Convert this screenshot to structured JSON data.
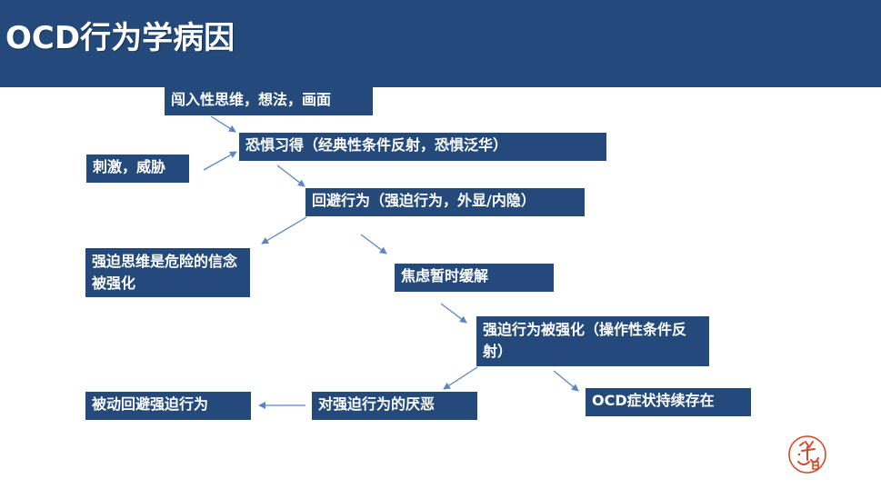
{
  "slide": {
    "title": "OCD行为学病因"
  },
  "diagram": {
    "nodes": {
      "intrusive": "闯入性思维，想法，画面",
      "stimulus": "刺激，威胁",
      "fear": "恐惧习得（经典性条件反射，恐惧泛华）",
      "avoid": "回避行为（强迫行为，外显/内隐）",
      "belief": "强迫思维是危险的信念被强化",
      "relief": "焦虑暂时缓解",
      "reinforced": "强迫行为被强化（操作性条件反射）",
      "persist": "OCD症状持续存在",
      "aversion": "对强迫行为的厌恶",
      "passive": "被动回避强迫行为"
    }
  },
  "colors": {
    "banner": "#234a7b",
    "box": "#234a7b",
    "arrow": "#5b86c3",
    "text": "#ffffff",
    "logo": "#d24a2a"
  }
}
